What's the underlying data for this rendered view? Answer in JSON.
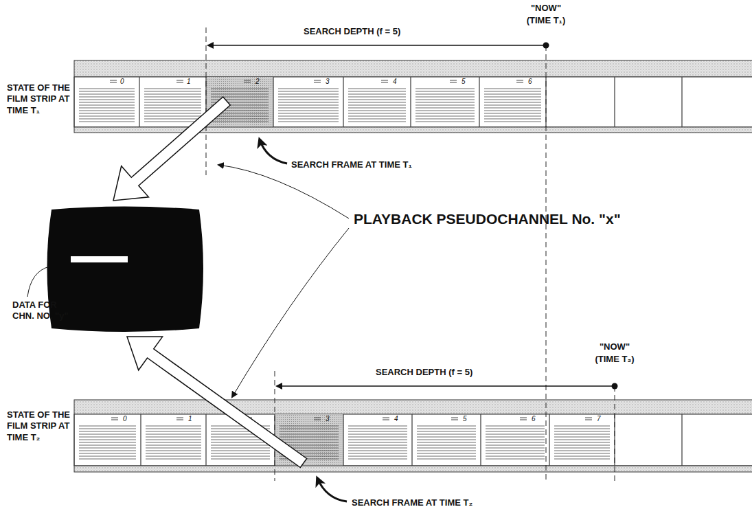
{
  "diagram": {
    "labels": [
      "SEARCH DEPTH (f = 5)",
      "\"NOW\"",
      "(TIME T₁)",
      "STATE OF THE FILM STRIP AT TIME T₁",
      "0",
      "1",
      "2",
      "3",
      "4",
      "5",
      "6",
      "SEARCH FRAME AT TIME T₁",
      "PLAYBACK PSEUDOCHANNEL No. \"x\"",
      "DATA FOR CHN. NO. \"y\"",
      "SEARCH DEPTH (f = 5)",
      "\"NOW\"",
      "(TIME T₂)",
      "STATE OF THE FILM STRIP AT TIME T₂",
      "0",
      "1",
      "3",
      "4",
      "5",
      "6",
      "7",
      "SEARCH FRAME AT TIME T₂"
    ]
  }
}
